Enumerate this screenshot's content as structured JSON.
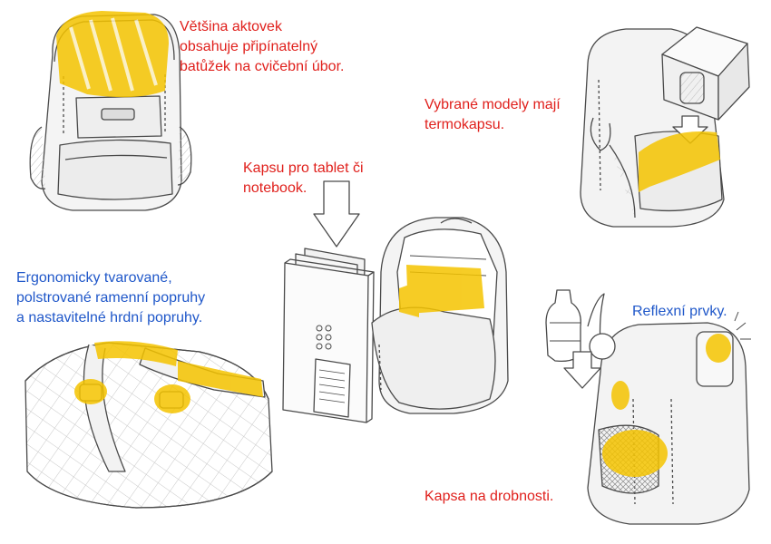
{
  "colors": {
    "caption_red": "#e0201c",
    "caption_blue": "#1f57c9",
    "highlight": "#f5c400",
    "sketch_line": "#4a4a4a"
  },
  "captions": {
    "gym_bag": [
      "Většina aktovek",
      "obsahuje připínatelný",
      "batůžek na cvičební úbor."
    ],
    "thermo": [
      "Vybrané modely mají",
      "termokapsu."
    ],
    "tablet": [
      "Kapsu pro tablet či",
      "notebook."
    ],
    "straps": [
      "Ergonomicky tvarované,",
      "polstrované ramenní popruhy",
      "a nastavitelné hrdní popruhy."
    ],
    "reflex": [
      "Reflexní prvky."
    ],
    "pocket": [
      "Kapsa na drobnosti."
    ]
  },
  "icons": {
    "tablet_logo": "flower-logo-icon",
    "down_arrow": "down-arrow-icon"
  }
}
